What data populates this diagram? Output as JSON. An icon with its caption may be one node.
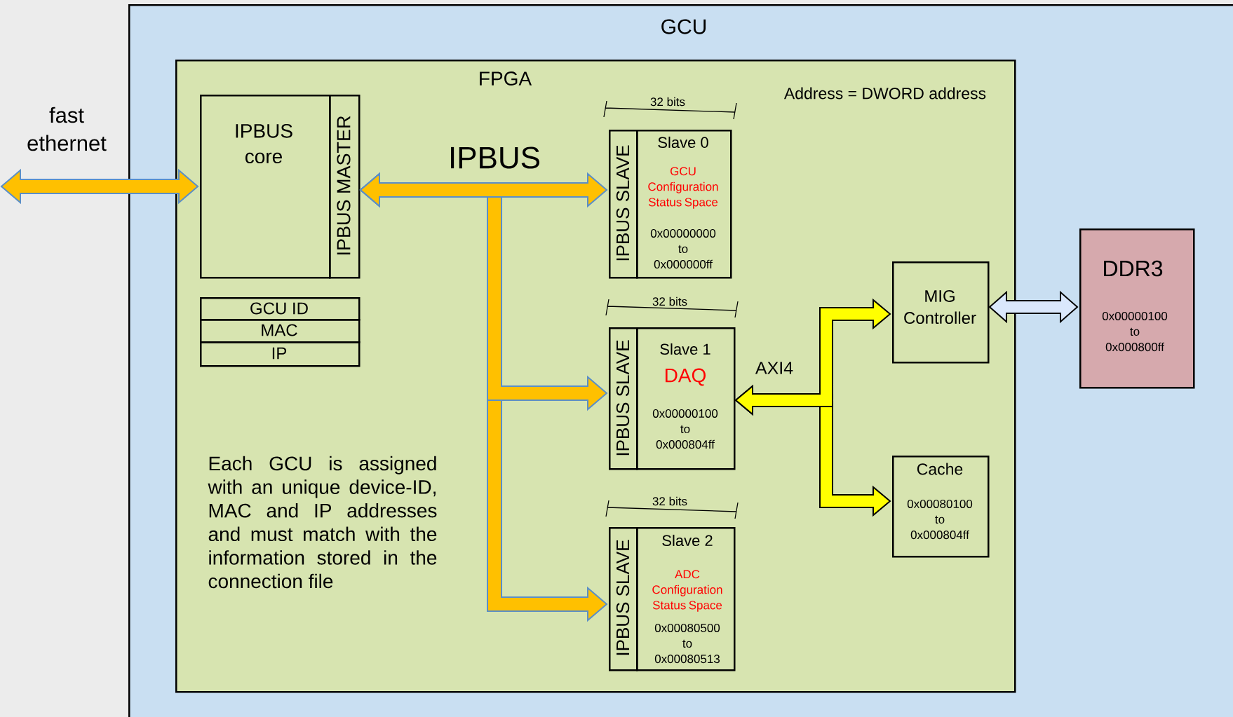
{
  "diagram": {
    "nodes": [
      {
        "text": [
          "GCU"
        ]
      },
      {
        "text": [
          "FPGA"
        ],
        "in": 0
      },
      {
        "text": [
          "IPBUS core"
        ],
        "in": 1
      },
      {
        "text": [
          "IPBUS MASTER"
        ],
        "in": 1
      },
      {
        "text": [
          "GCU ID"
        ],
        "in": 1
      },
      {
        "text": [
          "MAC"
        ],
        "in": 1
      },
      {
        "text": [
          "IP"
        ],
        "in": 1
      },
      {
        "text": [
          "IPBUS SLAVE"
        ],
        "in": 1
      },
      {
        "text": [
          "Slave 0",
          "GCU Configuration Status Space",
          "0x00000000 to 0x000000ff"
        ],
        "in": 1
      },
      {
        "text": [
          "IPBUS SLAVE"
        ],
        "in": 1
      },
      {
        "text": [
          "Slave 1",
          "DAQ",
          "0x00000100 to 0x000804ff"
        ],
        "in": 1
      },
      {
        "text": [
          "IPBUS SLAVE"
        ],
        "in": 1
      },
      {
        "text": [
          "Slave 2",
          "ADC Configuration Status Space",
          "0x00080500 to 0x00080513"
        ],
        "in": 1
      },
      {
        "text": [
          "MIG Controller"
        ],
        "in": 1
      },
      {
        "text": [
          "Cache",
          "0x00080100 to 0x000804ff"
        ],
        "in": 1
      },
      {
        "text": [
          "DDR3",
          "0x00000100 to 0x000800ff"
        ],
        "in": 0
      }
    ],
    "edges": [
      {
        "from": null,
        "to": 2,
        "arrow": "both",
        "label": "fast ethernet"
      },
      {
        "from": 3,
        "to": 7,
        "arrow": "both"
      },
      {
        "from": 3,
        "to": 9,
        "arrow": "both"
      },
      {
        "from": 3,
        "to": 11,
        "arrow": "both"
      },
      {
        "from": 10,
        "to": 13,
        "arrow": "both",
        "color": "#ffff00"
      },
      {
        "from": 10,
        "to": 14,
        "arrow": "both",
        "color": "#ffff00"
      },
      {
        "from": 13,
        "to": 15,
        "arrow": "both",
        "color": "#dae8fc"
      }
    ],
    "labels": [
      "Address = DWORD address",
      "IPBUS",
      "32 bits",
      "32 bits",
      "AXI4",
      "Each GCU is assigned with an unique device-ID, MAC and IP addresses and must match with the information stored in the connection file",
      "32 bits"
    ]
  }
}
